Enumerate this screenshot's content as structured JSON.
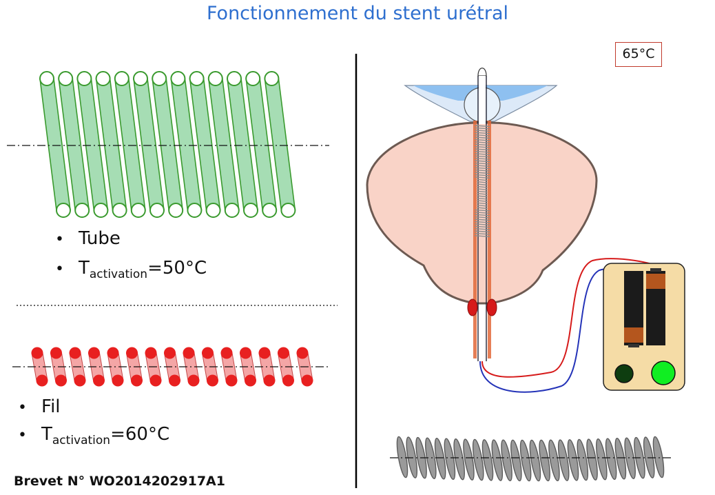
{
  "title": "Fonctionnement du stent urétral",
  "temperature": "65°C",
  "tube": {
    "label": "Tube",
    "t_prefix": "T",
    "t_subscript": "activation",
    "t_value": "=50°C",
    "color_fill": "#a6ddb4",
    "color_stroke": "#3a9a2e"
  },
  "wire": {
    "label": "Fil",
    "t_prefix": "T",
    "t_subscript": "activation",
    "t_value": "=60°C",
    "color_fill": "#f4a6a6",
    "color_end": "#e82020"
  },
  "patent": "Brevet N° WO2014202917A1",
  "icons": [
    "bullet-icon",
    "battery-icon",
    "indicator-light-icon"
  ]
}
